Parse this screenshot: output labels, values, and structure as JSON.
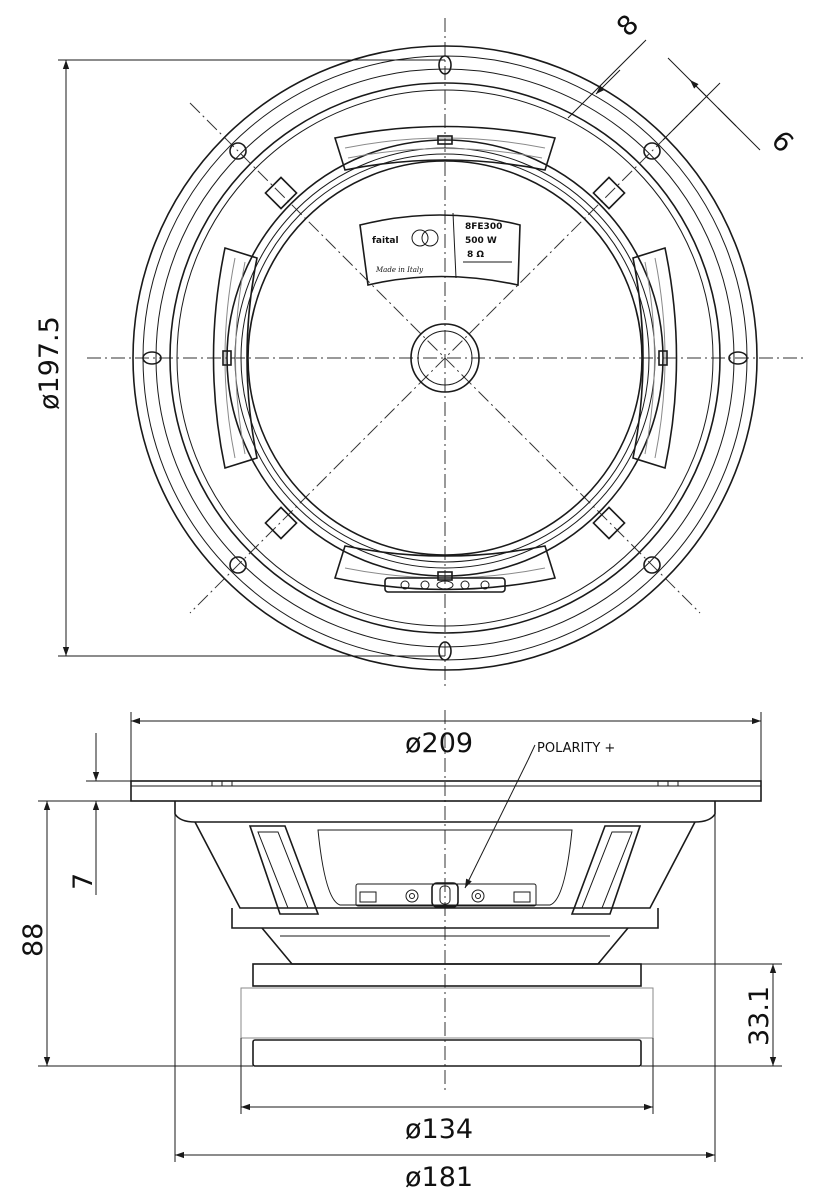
{
  "dimensions": {
    "front_flange_diameter": "ø197.5",
    "hole_spacing": "8",
    "hole_size": "6",
    "outer_flange_diameter": "ø209",
    "flange_thickness": "7",
    "total_depth": "88",
    "magnet_height": "33.1",
    "magnet_diameter": "ø134",
    "basket_diameter": "ø181"
  },
  "annotations": {
    "polarity": "POLARITY +"
  },
  "label": {
    "brand": "faital",
    "model": "8FE300",
    "power": "500 W",
    "impedance": "8 Ω",
    "origin": "Made in Italy"
  }
}
